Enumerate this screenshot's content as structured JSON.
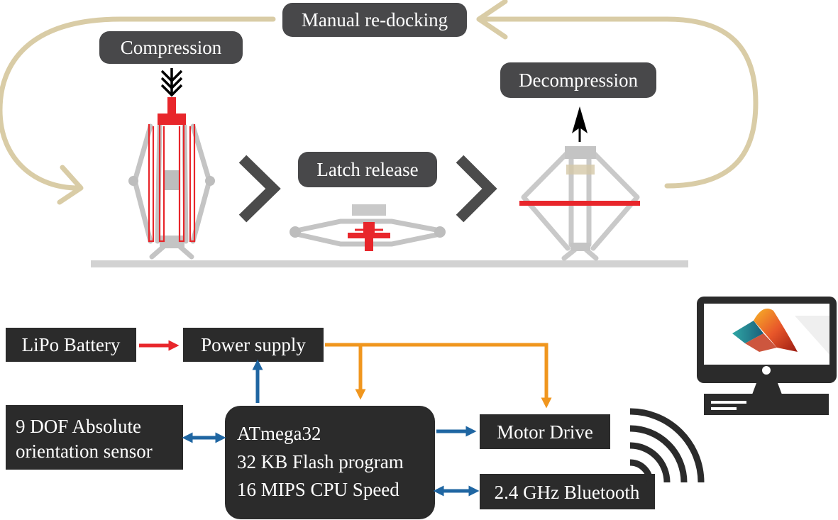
{
  "cycle": {
    "labels": {
      "manual_redocking": "Manual re-docking",
      "compression": "Compression",
      "latch_release": "Latch release",
      "decompression": "Decompression"
    },
    "colors": {
      "loop": "#d9cca6",
      "pill": "#48484a",
      "highlight": "#e8262b",
      "ground": "#d2d2d2",
      "chevron": "#4b4b4b"
    }
  },
  "block_diagram": {
    "blocks": {
      "lipo_battery": "LiPo Battery",
      "power_supply": "Power supply",
      "sensor_line1": "9 DOF Absolute",
      "sensor_line2": "orientation sensor",
      "mcu_line1": "ATmega32",
      "mcu_line2": "32 KB Flash program",
      "mcu_line3": "16 MIPS CPU Speed",
      "motor_drive": "Motor Drive",
      "bluetooth": "2.4 GHz Bluetooth"
    },
    "colors": {
      "block": "#2b2b2b",
      "power_arrow": "#e8262b",
      "supply_arrow": "#f0961e",
      "data_arrow": "#1f66a2"
    }
  },
  "computer_icon": "desktop-computer-with-matlab-logo-icon",
  "wireless_icon": "wireless-signal-icon"
}
